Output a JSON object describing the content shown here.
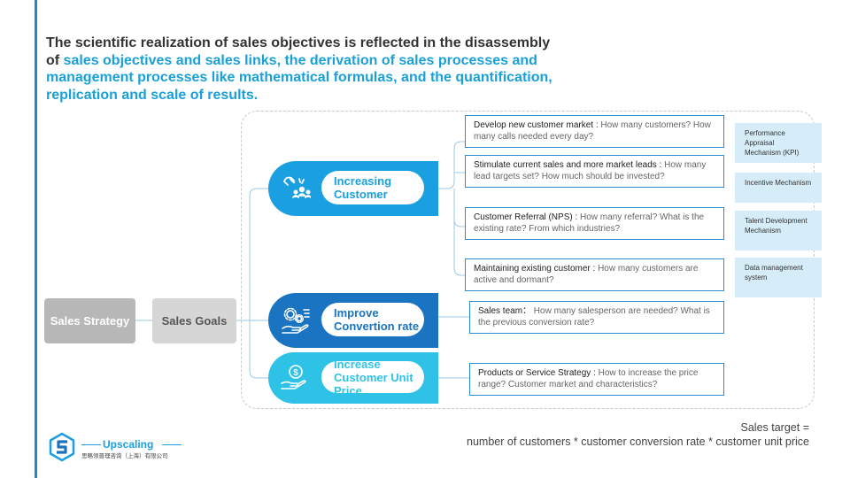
{
  "headline": {
    "part1": "The scientific realization of sales objectives is reflected in the disassembly of ",
    "part2": "sales objectives and sales links, the derivation of sales processes and management processes like mathematical formulas, and the quantification, replication and scale of results."
  },
  "left": {
    "strategy": "Sales Strategy",
    "goals": "Sales Goals"
  },
  "branches": [
    {
      "label": "Increasing Customer",
      "icon": "magnet-people-icon",
      "color": "#1a9fe0"
    },
    {
      "label": "Improve Convertion rate",
      "icon": "gears-hand-icon",
      "color": "#1a74c2"
    },
    {
      "label": "Increase Customer Unit Price",
      "icon": "dollar-hand-icon",
      "color": "#2ec3e6"
    }
  ],
  "questions": [
    {
      "title": "Develop new customer market :",
      "text": " How many customers? How many calls needed every day?"
    },
    {
      "title": "Stimulate current sales and more market leads :",
      "text": "  How many lead targets set?  How much should be invested?"
    },
    {
      "title": "Customer Referral (NPS) :",
      "text": " How many referral? What is the existing rate? From which industries?"
    },
    {
      "title": "Maintaining existing customer :",
      "text": " How many customers are active and dormant?"
    },
    {
      "title": "Sales team：",
      "text": "  How many salesperson are needed? What is the previous conversion rate?"
    },
    {
      "title": "Products or Service Strategy :",
      "text": "  How to increase the price range? Customer market and characteristics?"
    }
  ],
  "mechanisms": [
    "Performance Appraisal Mechanism (KPI)",
    "Incentive Mechanism",
    "Talent Development Mechanism",
    "Data management system"
  ],
  "formula": {
    "line1": "Sales target =",
    "line2": "number of customers * customer conversion rate * customer unit price"
  },
  "logo": {
    "name": "Upscaling",
    "subtitle": "思略领晋理咨询（上海）有限公司"
  }
}
